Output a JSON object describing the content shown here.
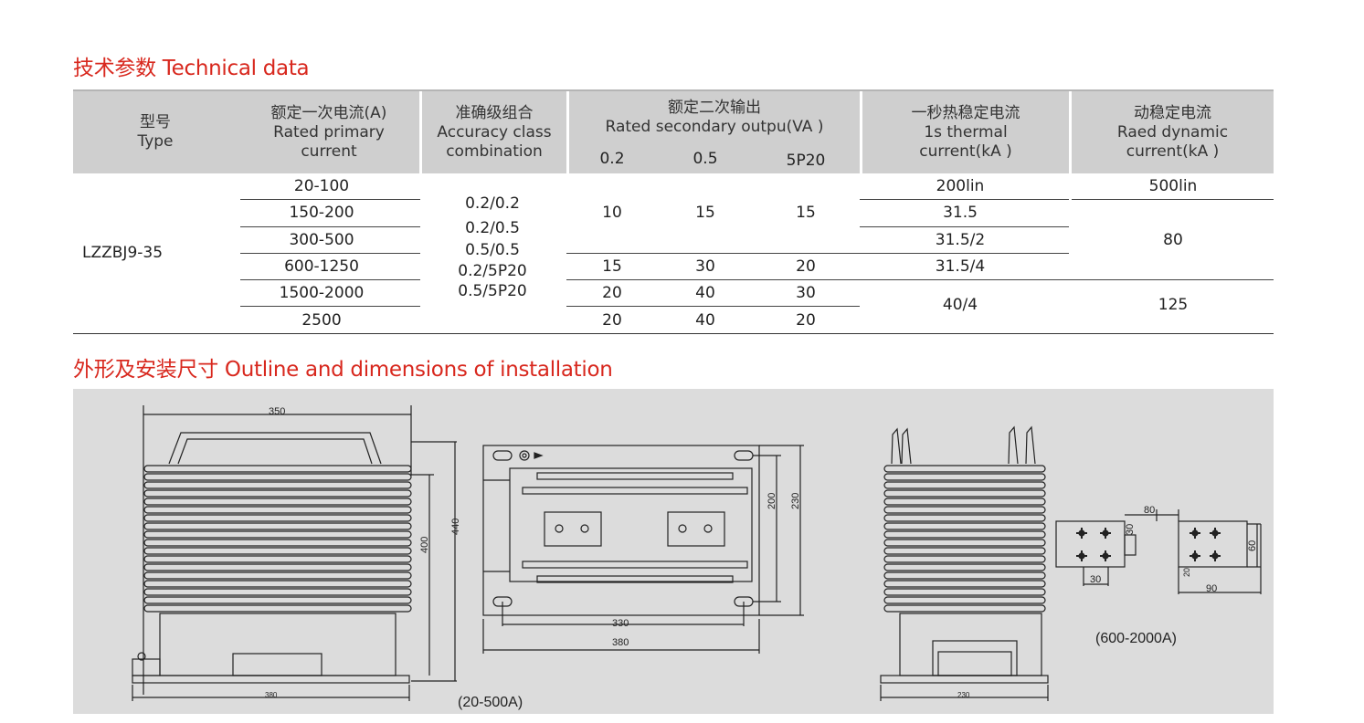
{
  "titles": {
    "technical": "技术参数 Technical data",
    "outline": "外形及安装尺寸 Outline and dimensions of installation"
  },
  "table": {
    "headers": {
      "type_cn": "型号",
      "type_en": "Type",
      "primary_cn": "额定一次电流(A)",
      "primary_en1": "Rated primary",
      "primary_en2": "current",
      "accuracy_cn": "准确级组合",
      "accuracy_en1": "Accuracy class",
      "accuracy_en2": "combination",
      "secondary_cn": "额定二次输出",
      "secondary_en": "Rated secondary outpu(VA )",
      "sub_02": "0.2",
      "sub_05": "0.5",
      "sub_5p20": "5P20",
      "thermal_cn": "一秒热稳定电流",
      "thermal_en1": "1s thermal",
      "thermal_en2": "current(kA )",
      "dynamic_cn": "动稳定电流",
      "dynamic_en1": "Raed dynamic",
      "dynamic_en2": "current(kA )"
    },
    "model": "LZZBJ9-35",
    "primary_currents": [
      "20-100",
      "150-200",
      "300-500",
      "600-1250",
      "1500-2000",
      "2500"
    ],
    "accuracy": [
      "0.2/0.2",
      "0.2/0.5",
      "0.5/0.5",
      "0.2/5P20",
      "0.5/5P20"
    ],
    "secondary_rows": [
      {
        "v02": "10",
        "v05": "15",
        "v5p20": "15"
      },
      {
        "v02": "15",
        "v05": "30",
        "v5p20": "20"
      },
      {
        "v02": "20",
        "v05": "40",
        "v5p20": "30"
      },
      {
        "v02": "20",
        "v05": "40",
        "v5p20": "20"
      }
    ],
    "thermal": [
      "200lin",
      "31.5",
      "31.5/2",
      "31.5/4",
      "40/4"
    ],
    "dynamic": [
      "500lin",
      "80",
      "125"
    ]
  },
  "drawing": {
    "dims": {
      "d350": "350",
      "d440": "440",
      "d400": "400",
      "d380a": "380",
      "d330": "330",
      "d380b": "380",
      "d200": "200",
      "d230a": "230",
      "d230b": "230",
      "d80": "80",
      "d30a": "30",
      "d30b": "30",
      "d60": "60",
      "d20": "20",
      "d90": "90"
    },
    "caption_left": "(20-500A)",
    "caption_right": "(600-2000A)"
  }
}
